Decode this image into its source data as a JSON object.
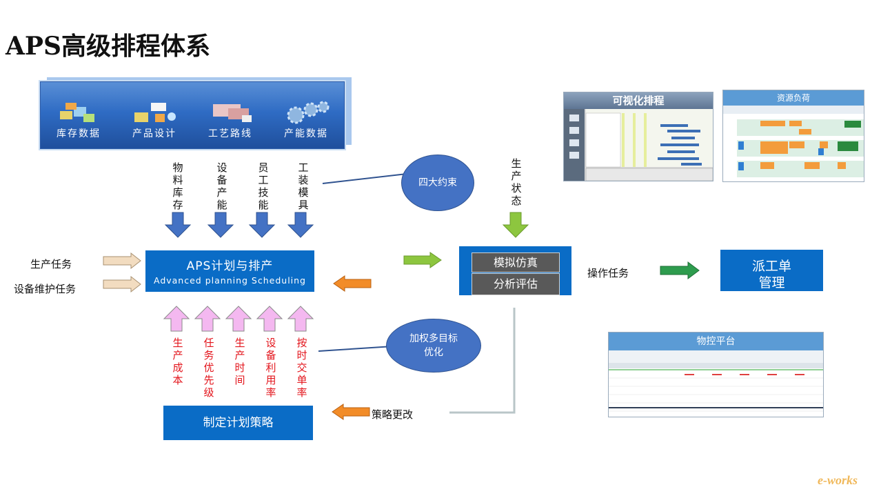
{
  "title": "APS高级排程体系",
  "inputs": [
    {
      "label": "库存数据",
      "icon": "inventory-icon"
    },
    {
      "label": "产品设计",
      "icon": "product-design-icon"
    },
    {
      "label": "工艺路线",
      "icon": "process-route-icon"
    },
    {
      "label": "产能数据",
      "icon": "capacity-gears-icon"
    }
  ],
  "constraints": [
    "物料库存",
    "设备产能",
    "员工技能",
    "工装模具"
  ],
  "constraints_callout": "四大约束",
  "objectives": [
    "生产成本",
    "任务优先级",
    "生产时间",
    "设备利用率",
    "按时交单率"
  ],
  "objectives_callout": "加权多目标优化",
  "tasks": [
    "生产任务",
    "设备维护任务"
  ],
  "aps_box": {
    "title": "APS计划与排产",
    "subtitle": "Advanced planning Scheduling"
  },
  "strategy_box": "制定计划策略",
  "strategy_change": "策略更改",
  "production_status": "生产状态",
  "simulation": {
    "line1": "模拟仿真",
    "line2": "分析评估"
  },
  "operate_task": "操作任务",
  "dispatch_box": "派工单管理",
  "thumbnails": {
    "visual": "可视化排程",
    "resource": "资源负荷",
    "material": "物控平台"
  },
  "watermark": "e-works",
  "colors": {
    "blue_box": "#0a6cc6",
    "callout": "#4472c4",
    "red_text": "#e3141b",
    "arrow_blue": "#4472c4",
    "arrow_green": "#8dc63f",
    "arrow_orange": "#f28c28",
    "arrow_pink": "#f4b8f0",
    "arrow_tan": "#f2dcc0"
  }
}
